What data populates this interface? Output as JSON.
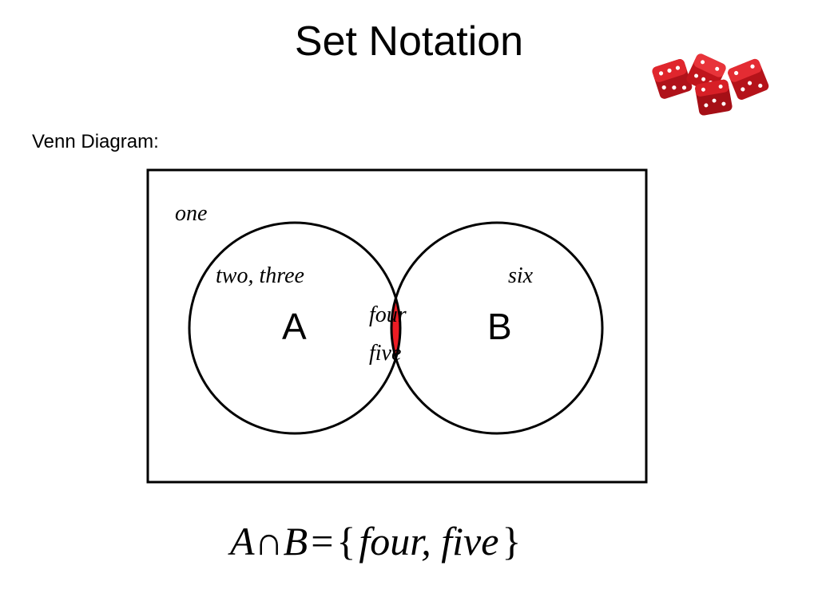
{
  "slide": {
    "title": "Set Notation",
    "section_label": "Venn Diagram:"
  },
  "venn": {
    "universe_element": "one",
    "set_a": {
      "name": "A",
      "only_elements": "two, three"
    },
    "set_b": {
      "name": "B",
      "only_elements": "six"
    },
    "intersection": {
      "elements": [
        "four",
        "five"
      ],
      "fill_color": "#ED1C24"
    }
  },
  "formula": {
    "lhs_a": "A",
    "operator": "∩",
    "lhs_b": "B",
    "equals": "=",
    "open_brace": "{",
    "items": "four, five",
    "close_brace": "}"
  },
  "decoration": {
    "icon": "dice-icon",
    "dice_color": "#C8161D"
  }
}
